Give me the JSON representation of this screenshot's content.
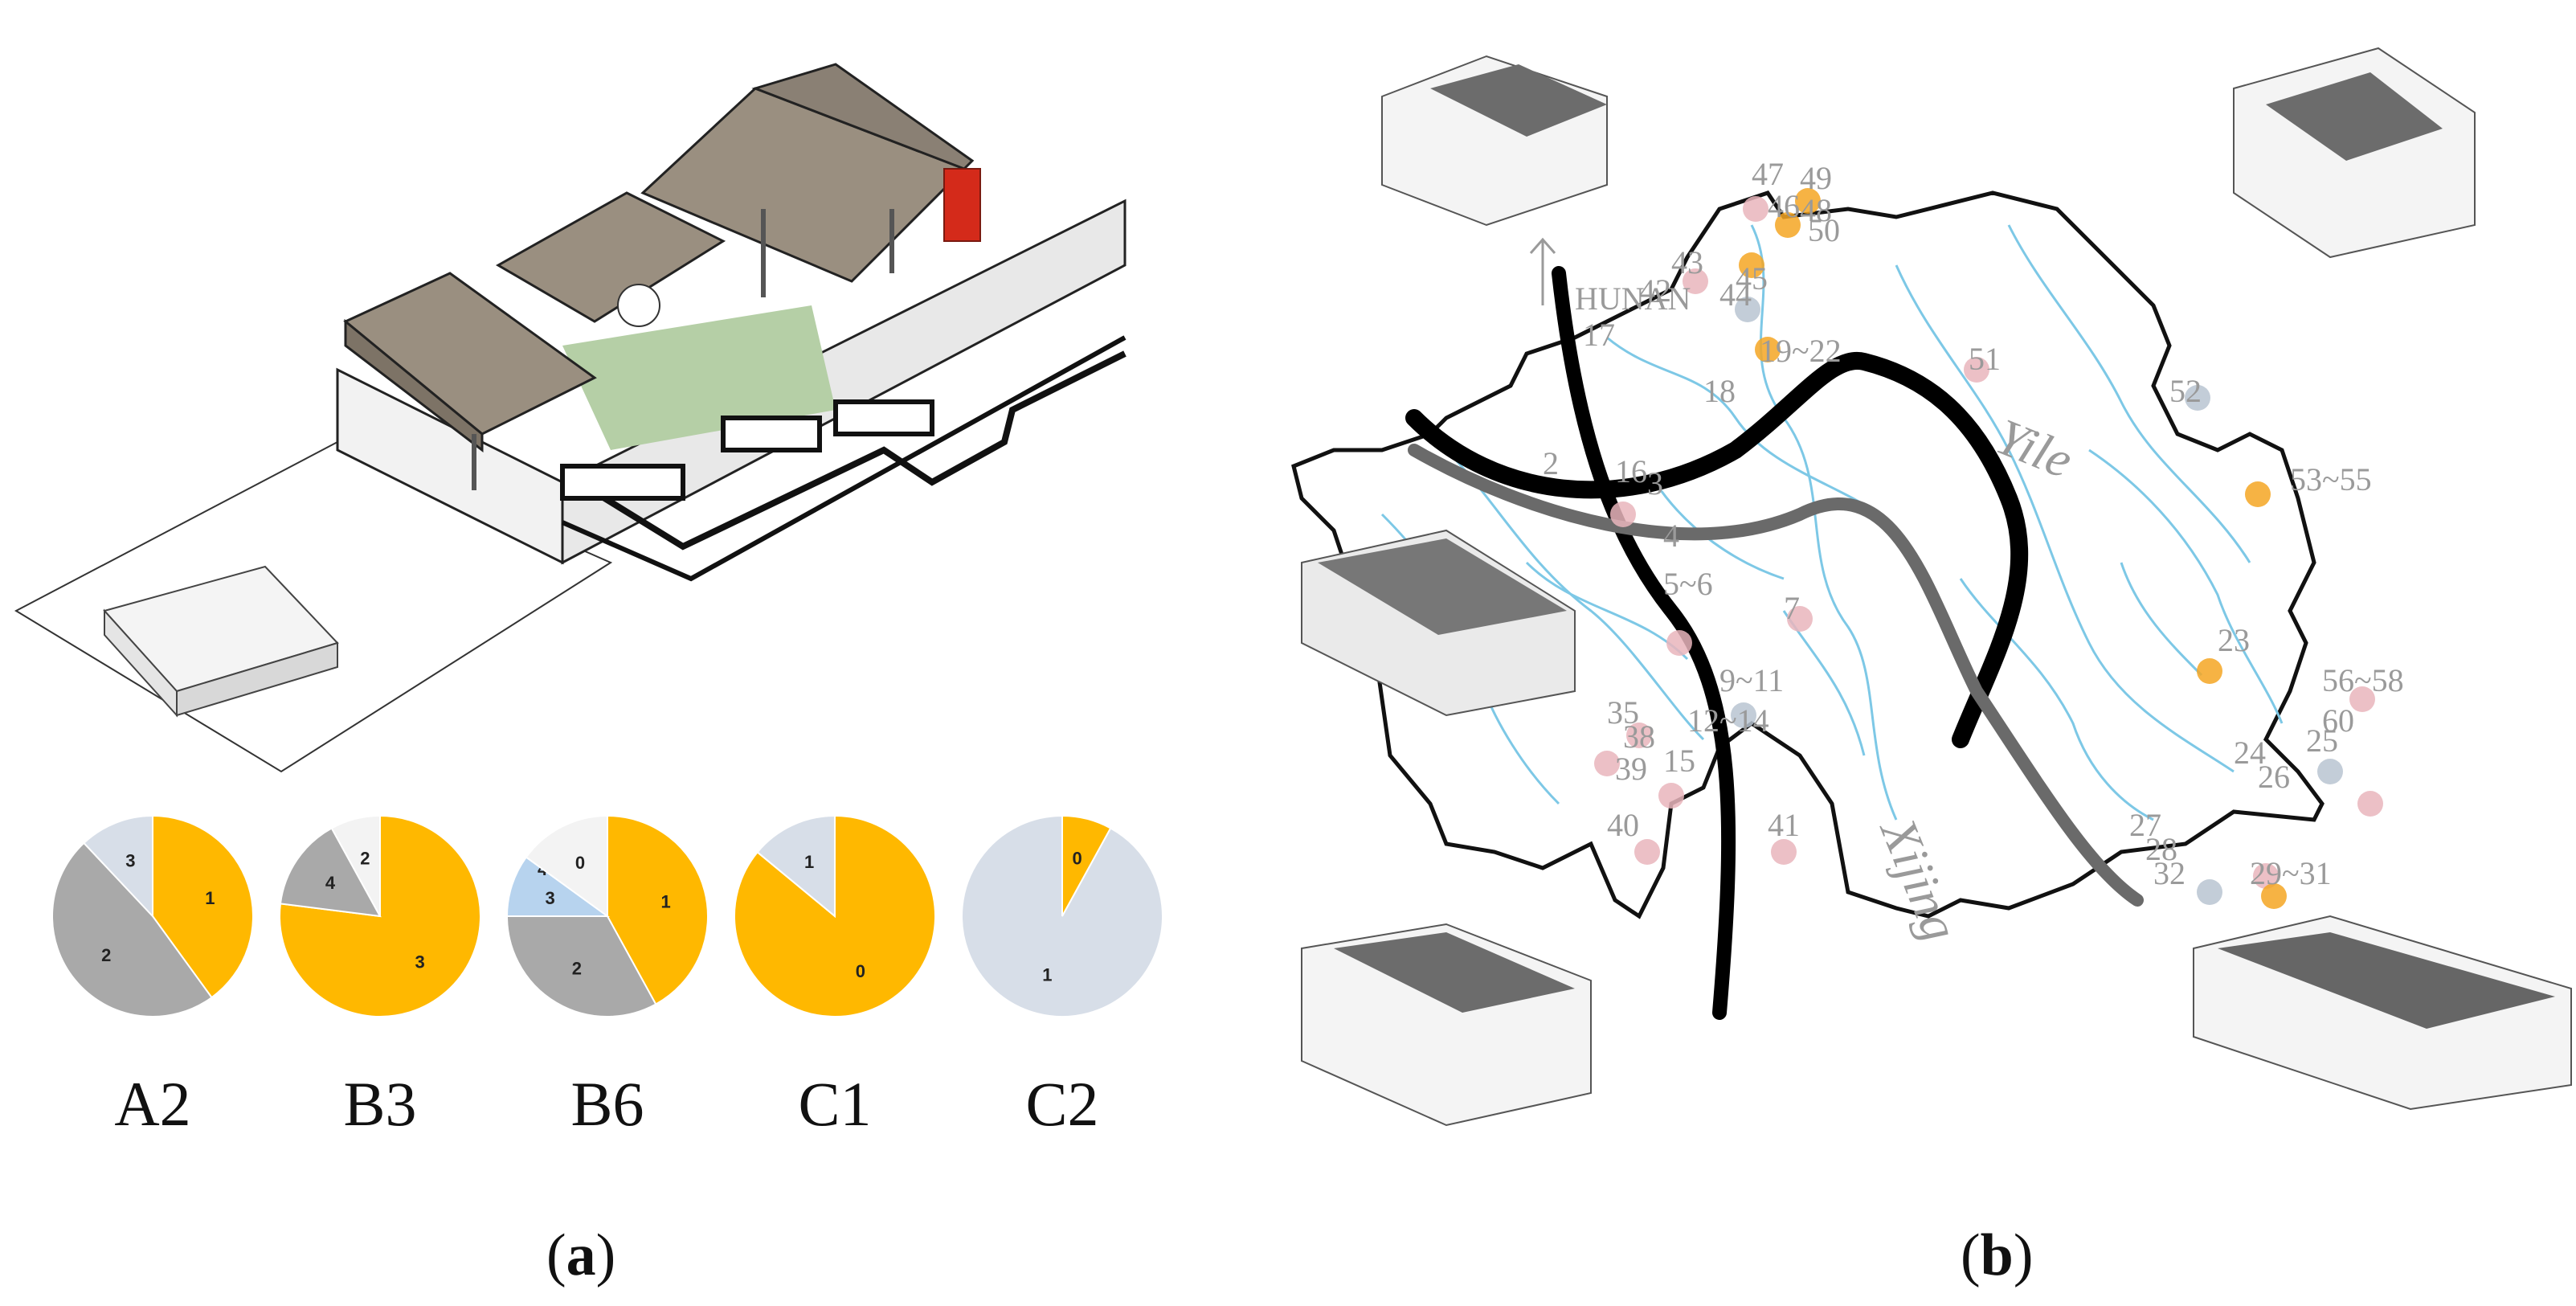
{
  "panel_a": {
    "caption_open": "(",
    "caption_letter": "a",
    "caption_close": ")",
    "chart_data": {
      "type": "pie",
      "colors": {
        "orange": "#FFB800",
        "gray": "#A9A9A9",
        "lightblue": "#D7DEE8",
        "blue": "#B7D3EE",
        "white": "#F3F3F3"
      },
      "pies": [
        {
          "name": "A2",
          "slices": [
            {
              "label": "1",
              "value": 40,
              "color": "orange"
            },
            {
              "label": "2",
              "value": 48,
              "color": "gray"
            },
            {
              "label": "3",
              "value": 12,
              "color": "lightblue"
            }
          ]
        },
        {
          "name": "B3",
          "slices": [
            {
              "label": "3",
              "value": 77,
              "color": "orange"
            },
            {
              "label": "4",
              "value": 15,
              "color": "gray"
            },
            {
              "label": "2",
              "value": 8,
              "color": "white"
            }
          ]
        },
        {
          "name": "B6",
          "slices": [
            {
              "label": "1",
              "value": 42,
              "color": "orange"
            },
            {
              "label": "2",
              "value": 33,
              "color": "gray"
            },
            {
              "label": "3",
              "value": 10,
              "color": "blue"
            },
            {
              "label": "4",
              "value": 0,
              "color": "white"
            },
            {
              "label": "0",
              "value": 15,
              "color": "white"
            }
          ]
        },
        {
          "name": "C1",
          "slices": [
            {
              "label": "0",
              "value": 86,
              "color": "orange"
            },
            {
              "label": "1",
              "value": 14,
              "color": "lightblue"
            }
          ]
        },
        {
          "name": "C2",
          "slices": [
            {
              "label": "0",
              "value": 8,
              "color": "orange"
            },
            {
              "label": "1",
              "value": 92,
              "color": "lightblue"
            }
          ]
        }
      ]
    }
  },
  "panel_b": {
    "caption_open": "(",
    "caption_letter": "b",
    "caption_close": ")",
    "hunan_label": "HUNAN",
    "rivers": [
      {
        "name": "Yile"
      },
      {
        "name": "Xijing"
      }
    ],
    "site_labels": [
      "47",
      "49",
      "46",
      "48",
      "50",
      "43",
      "45",
      "42",
      "44",
      "17",
      "19~22",
      "51",
      "18",
      "52",
      "2",
      "16",
      "53~55",
      "3",
      "4",
      "5~6",
      "7",
      "9~11",
      "23",
      "56~58",
      "35",
      "12~14",
      "60",
      "38",
      "24",
      "25",
      "39",
      "15",
      "26",
      "40",
      "41",
      "27",
      "28",
      "29~31",
      "32"
    ]
  }
}
